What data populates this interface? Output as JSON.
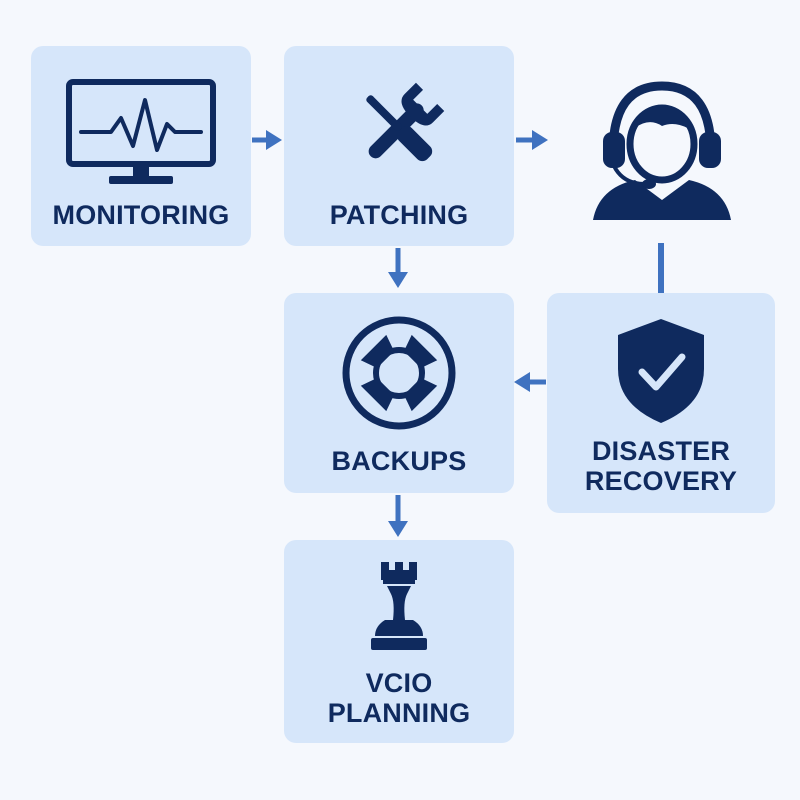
{
  "nodes": {
    "monitoring": {
      "label": "MONITORING",
      "icon": "monitor-heartbeat-icon"
    },
    "patching": {
      "label": "PATCHING",
      "icon": "wrench-screwdriver-icon"
    },
    "helpdesk": {
      "icon": "headset-agent-icon"
    },
    "backups": {
      "label": "BACKUPS",
      "icon": "lifebuoy-icon"
    },
    "disaster_recovery": {
      "label_line1": "DISASTER",
      "label_line2": "RECOVERY",
      "icon": "shield-check-icon"
    },
    "vcio_planning": {
      "label_line1": "VCIO",
      "label_line2": "PLANNING",
      "icon": "chess-rook-icon"
    }
  },
  "edges": [
    {
      "from": "monitoring",
      "to": "patching"
    },
    {
      "from": "patching",
      "to": "helpdesk"
    },
    {
      "from": "patching",
      "to": "backups"
    },
    {
      "from": "helpdesk",
      "to": "disaster_recovery"
    },
    {
      "from": "disaster_recovery",
      "to": "backups"
    },
    {
      "from": "backups",
      "to": "vcio_planning"
    }
  ],
  "colors": {
    "card": "#d6e6fa",
    "icon": "#0f2a5e",
    "arrow": "#3f72c0",
    "background": "#f5f8fd"
  }
}
